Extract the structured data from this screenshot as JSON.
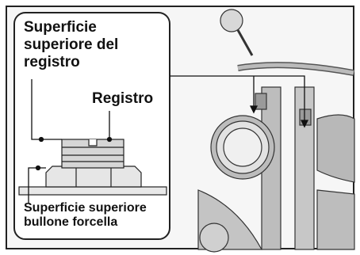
{
  "labels": {
    "top_surface_line1": "Superficie",
    "top_surface_line2": "superiore del",
    "top_surface_line3": "registro",
    "adjuster": "Registro",
    "fork_bolt_line1": "Superficie superiore",
    "fork_bolt_line2": "bullone forcella"
  },
  "colors": {
    "line": "#111111",
    "metal_light": "#e6e6e6",
    "metal_mid": "#bdbdbd",
    "metal_dark": "#7a7a7a",
    "callout_bg": "#ffffff"
  }
}
